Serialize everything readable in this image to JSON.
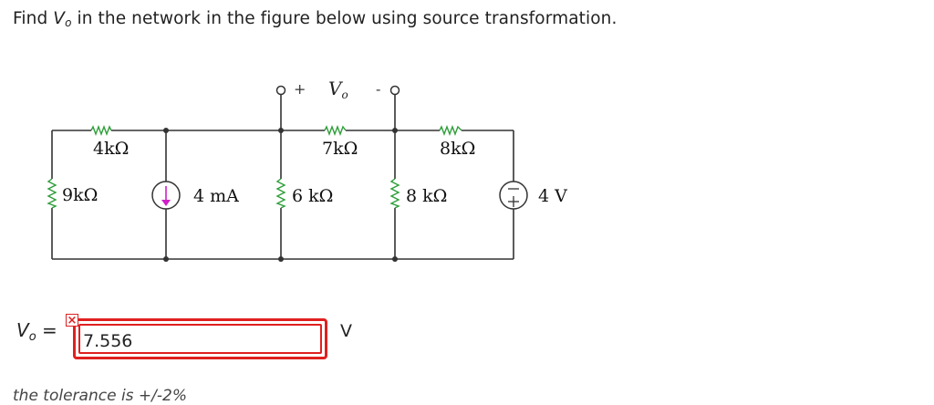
{
  "question": {
    "text_before": "Find ",
    "var": "V",
    "sub": "o",
    "text_after": " in the network in the figure below using source transformation."
  },
  "circuit": {
    "r_4k": "4kΩ",
    "r_9k": "9kΩ",
    "current_source": "4 mA",
    "r_6k": "6 kΩ",
    "r_7k": "7kΩ",
    "r_8k_top": "8kΩ",
    "r_8k": "8 kΩ",
    "voltage_source": "4 V",
    "vo_label": "V",
    "vo_sub": "o",
    "plus": "+",
    "minus": "-"
  },
  "answer": {
    "label_var": "V",
    "label_sub": "o",
    "equals": "=",
    "value": "7.556",
    "unit": "V",
    "status_icon": "wrong-x-icon",
    "error_color": "#e02020"
  },
  "footer": {
    "cut_text": "the tolerance is +/-2%"
  }
}
